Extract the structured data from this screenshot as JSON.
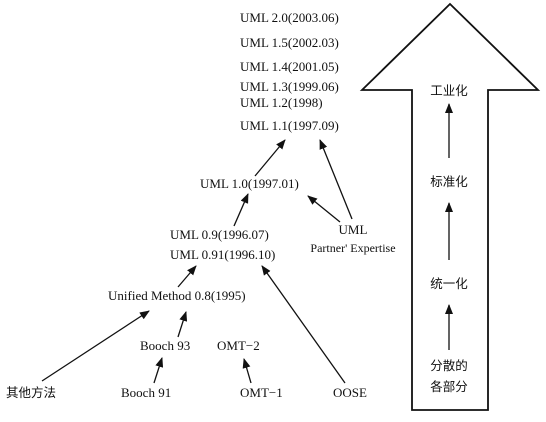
{
  "uml_versions": {
    "v2_0": "UML 2.0(2003.06)",
    "v1_5": "UML 1.5(2002.03)",
    "v1_4": "UML 1.4(2001.05)",
    "v1_3": "UML 1.3(1999.06)",
    "v1_2": "UML 1.2(1998)",
    "v1_1": "UML 1.1(1997.09)",
    "v1_0": "UML 1.0(1997.01)",
    "v0_9": "UML 0.9(1996.07)",
    "v0_91": "UML 0.91(1996.10)",
    "unified_method": "Unified Method 0.8(1995)"
  },
  "partners": {
    "line1": "UML",
    "line2": "Partner' Expertise"
  },
  "sources": {
    "booch93": "Booch 93",
    "omt2": "OMT−2",
    "other_methods": "其他方法",
    "booch91": "Booch 91",
    "omt1": "OMT−1",
    "oose": "OOSE"
  },
  "stages": {
    "industrialization": "工业化",
    "standardization": "标准化",
    "unification": "统一化",
    "scattered_line1": "分散的",
    "scattered_line2": "各部分"
  }
}
